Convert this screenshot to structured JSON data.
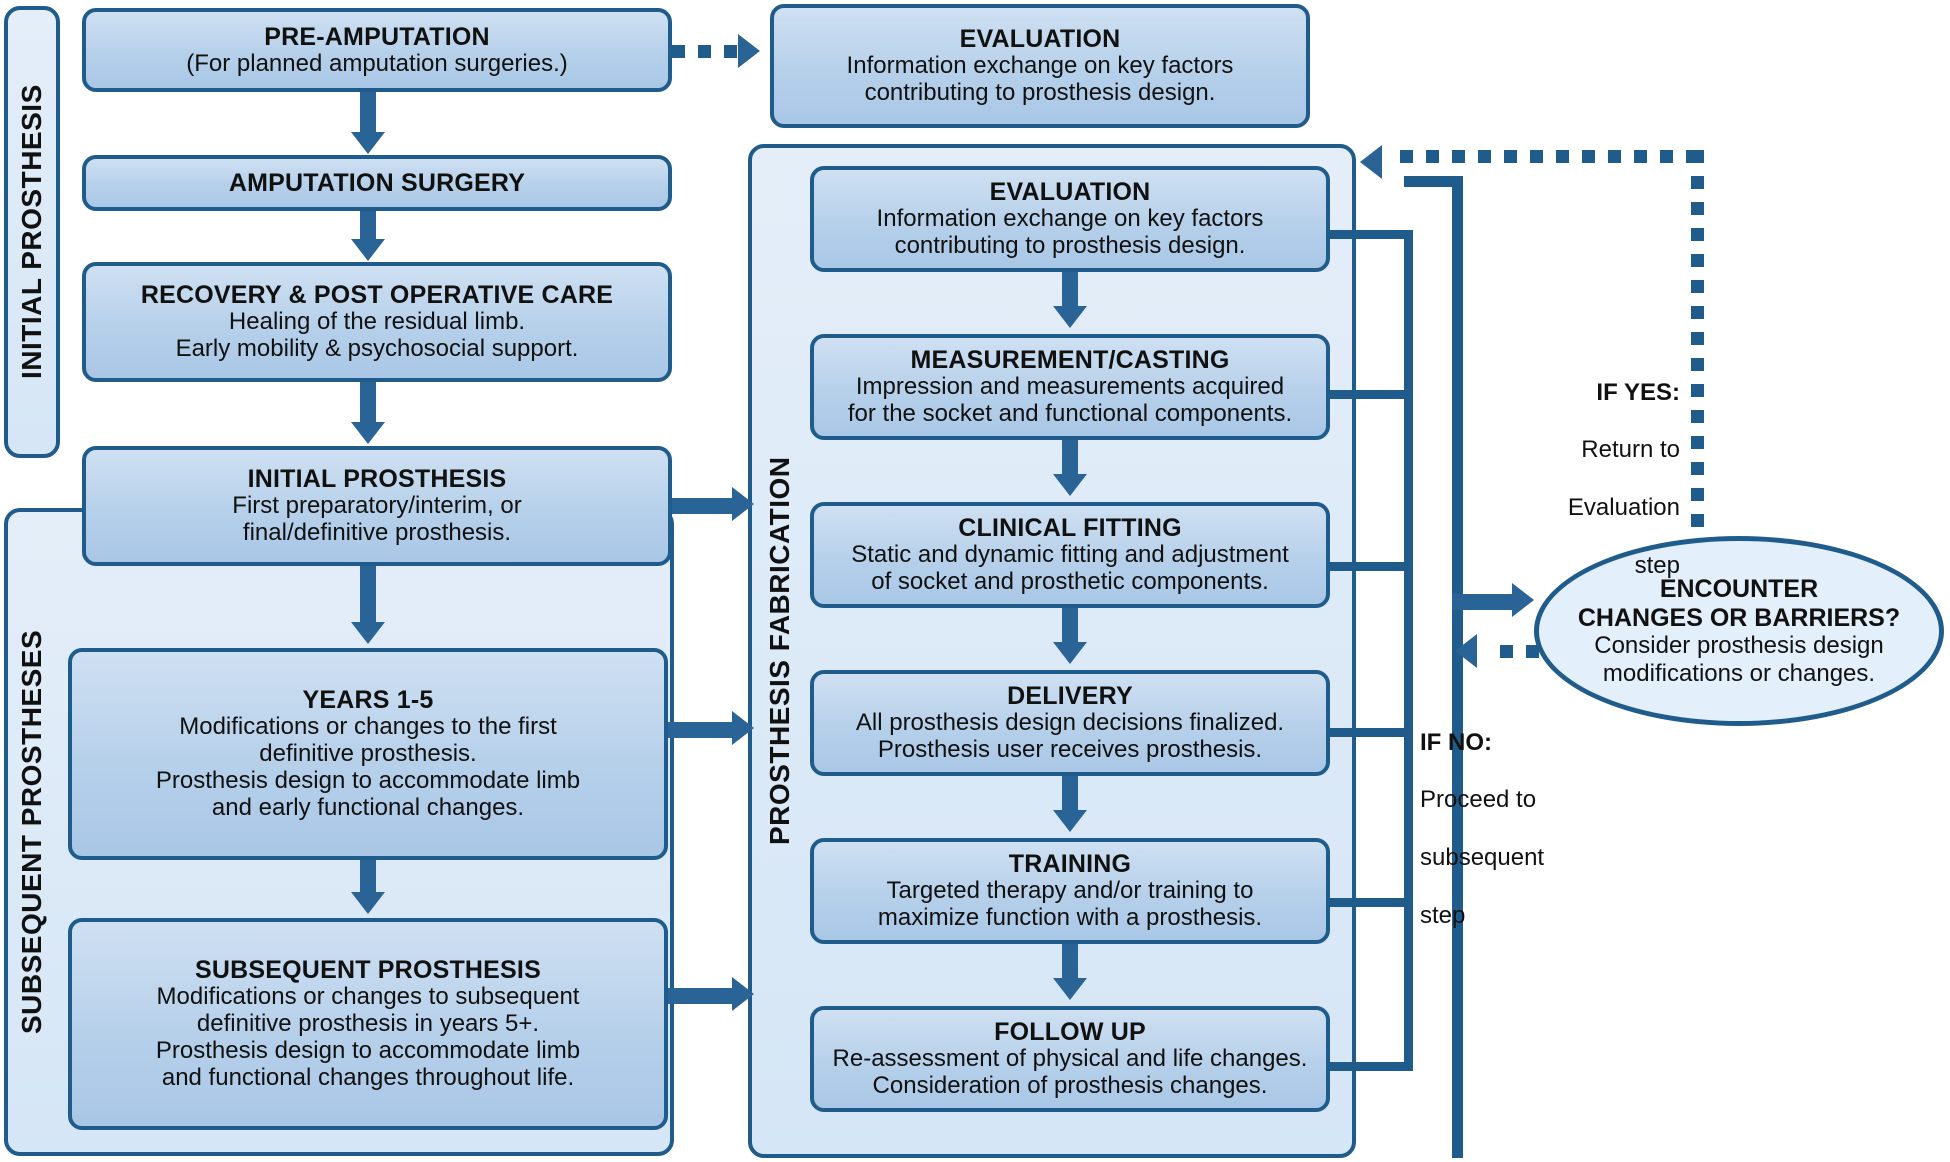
{
  "diagram": {
    "title": "Prosthesis care pathway flowchart",
    "colors": {
      "box_border": "#1f5c8b",
      "box_fill": "#b6d0ea",
      "panel_fill": "#d5e6f6",
      "arrow": "#2a6395",
      "ellipse_fill": "#e3effb"
    }
  },
  "groups": {
    "initial": {
      "label": "INITIAL PROSTHESIS"
    },
    "subsequent": {
      "label": "SUBSEQUENT PROSTHESES"
    },
    "fabrication": {
      "label": "PROSTHESIS FABRICATION"
    }
  },
  "left_column": [
    {
      "id": "pre-amputation",
      "title": "PRE-AMPUTATION",
      "lines": [
        "(For planned amputation surgeries.)"
      ]
    },
    {
      "id": "amputation-surgery",
      "title": "AMPUTATION SURGERY",
      "lines": []
    },
    {
      "id": "recovery",
      "title": "RECOVERY & POST OPERATIVE CARE",
      "lines": [
        "Healing of the residual limb.",
        "Early mobility & psychosocial support."
      ]
    },
    {
      "id": "initial-prosthesis",
      "title": "INITIAL PROSTHESIS",
      "lines": [
        "First preparatory/interim, or",
        "final/definitive prosthesis."
      ]
    },
    {
      "id": "years-1-5",
      "title": "YEARS 1-5",
      "lines": [
        "Modifications or changes to the first",
        "definitive prosthesis.",
        "Prosthesis design to accommodate limb",
        "and early functional changes."
      ]
    },
    {
      "id": "subsequent-prosthesis",
      "title": "SUBSEQUENT PROSTHESIS",
      "lines": [
        "Modifications or changes to subsequent",
        "definitive prosthesis in years 5+.",
        "Prosthesis design to accommodate limb",
        "and functional changes throughout life."
      ]
    }
  ],
  "top_evaluation": {
    "id": "evaluation-top",
    "title": "EVALUATION",
    "lines": [
      "Information exchange on key factors",
      "contributing to prosthesis design."
    ]
  },
  "fabrication_steps": [
    {
      "id": "evaluation",
      "title": "EVALUATION",
      "lines": [
        "Information exchange on key factors",
        "contributing to prosthesis design."
      ]
    },
    {
      "id": "measurement-casting",
      "title": "MEASUREMENT/CASTING",
      "lines": [
        "Impression and measurements acquired",
        "for the socket and functional components."
      ]
    },
    {
      "id": "clinical-fitting",
      "title": "CLINICAL FITTING",
      "lines": [
        "Static and dynamic fitting and adjustment",
        "of socket and prosthetic components."
      ]
    },
    {
      "id": "delivery",
      "title": "DELIVERY",
      "lines": [
        "All prosthesis design decisions finalized.",
        "Prosthesis user receives prosthesis."
      ]
    },
    {
      "id": "training",
      "title": "TRAINING",
      "lines": [
        "Targeted therapy and/or training to",
        "maximize function with a prosthesis."
      ]
    },
    {
      "id": "follow-up",
      "title": "FOLLOW UP",
      "lines": [
        "Re-assessment of physical and life changes.",
        "Consideration of prosthesis changes."
      ]
    }
  ],
  "decision": {
    "id": "encounter-changes-or-barriers",
    "title_line1": "ENCOUNTER",
    "title_line2": "CHANGES OR BARRIERS?",
    "lines": [
      "Consider prosthesis design",
      "modifications or changes."
    ]
  },
  "branch_yes": {
    "label": "IF YES:",
    "lines": [
      "Return to",
      "Evaluation",
      "step"
    ]
  },
  "branch_no": {
    "label": "IF NO:",
    "lines": [
      "Proceed to",
      "subsequent",
      "step"
    ]
  }
}
